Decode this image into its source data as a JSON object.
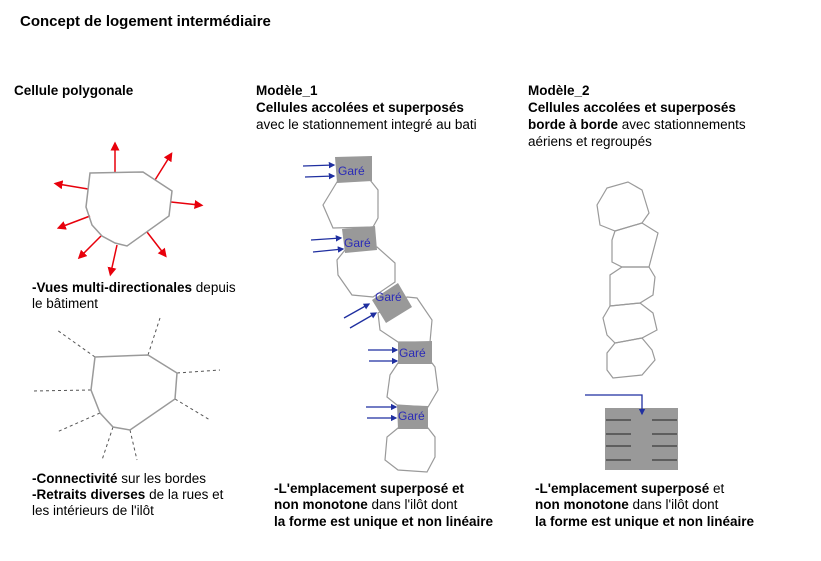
{
  "title": "Concept de logement intermédiaire",
  "col1": {
    "heading": "Cellule polygonale",
    "text1_bold": "-Vues multi-directionales",
    "text1_rest": " depuis",
    "text1_line2": "le bâtiment",
    "text2_l1_bold": "-Connectivité",
    "text2_l1_rest": " sur les bordes",
    "text2_l2_bold": "-Retraits diverses",
    "text2_l2_rest": " de la rues et",
    "text2_l3": "les intérieurs de l'ilôt"
  },
  "col2": {
    "heading": "Modèle_1",
    "subtitle": "Cellules accolées et superposés",
    "desc": "avec le stationnement integré au bati",
    "garage_label": "Garé",
    "bottom_l1_bold": "-L'emplacement superposé et",
    "bottom_l2_bold": " non monotone",
    "bottom_l2_rest": " dans l'ilôt dont",
    "bottom_l3_bold": "la forme est unique et non linéaire"
  },
  "col3": {
    "heading": "Modèle_2",
    "subtitle": "Cellules accolées et superposés",
    "desc_bold": "borde à borde",
    "desc_rest": " avec stationnements",
    "desc_l3": "aériens et regroupés",
    "bottom_l1_bold": "-L'emplacement superposé",
    "bottom_l1_rest": " et",
    "bottom_l2_bold": "non monotone",
    "bottom_l2_rest": " dans l'ilôt dont",
    "bottom_l3_bold": "la forme est unique et non linéaire"
  },
  "colors": {
    "arrow_red": "#e8000b",
    "arrow_blue": "#1f2fa0",
    "cell_stroke": "#9a9a9a",
    "parking": "#999999"
  }
}
